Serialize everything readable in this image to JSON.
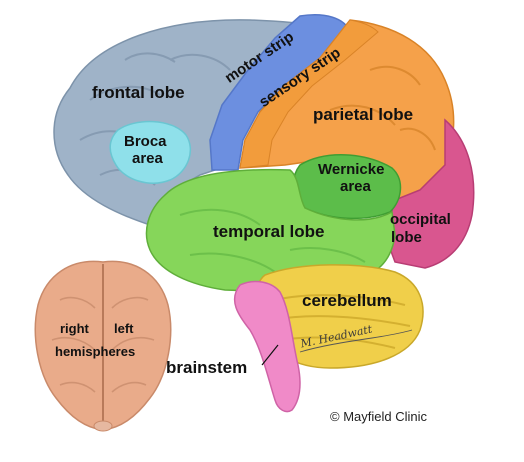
{
  "labels": {
    "frontal_lobe": "frontal lobe",
    "motor_strip": "motor strip",
    "sensory_strip": "sensory strip",
    "parietal_lobe": "parietal lobe",
    "broca_line1": "Broca",
    "broca_line2": "area",
    "wernicke_line1": "Wernicke",
    "wernicke_line2": "area",
    "temporal_lobe": "temporal lobe",
    "occipital_line1": "occipital",
    "occipital_line2": "lobe",
    "cerebellum": "cerebellum",
    "brainstem": "brainstem",
    "right": "right",
    "left": "left",
    "hemispheres": "hemispheres"
  },
  "signature": "M. Headwatt",
  "credit": "© Mayfield Clinic",
  "colors": {
    "frontal": "#9fb3c8",
    "broca": "#8fe0ea",
    "motor": "#6c8fe0",
    "sensory": "#f29c3c",
    "parietal": "#f5a14a",
    "occipital": "#d9568f",
    "temporal": "#86d65a",
    "wernicke": "#5cbd4a",
    "cerebellum": "#f0cf4a",
    "brainstem": "#f08ac8",
    "top_view": "#e9ab8a"
  }
}
